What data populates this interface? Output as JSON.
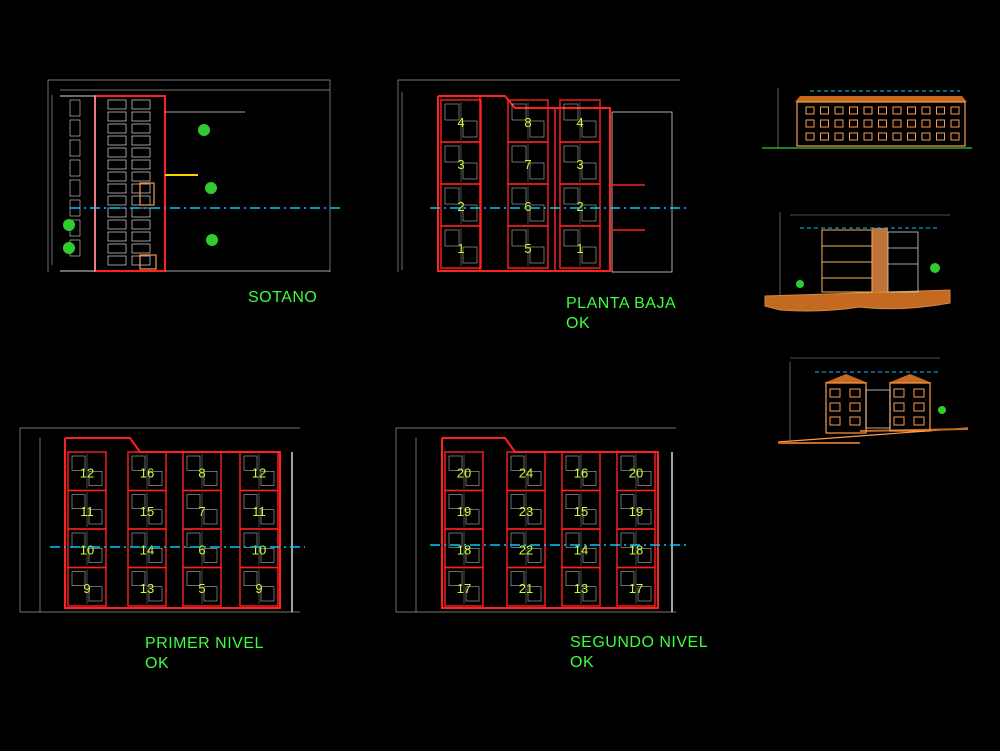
{
  "colors": {
    "background": "#000000",
    "wall": "#ff2020",
    "line": "#d8d8d8",
    "dim": "#9a9a9a",
    "text": "#3cff3c",
    "room_num": "#c8ff3c",
    "axis": "#00c8ff",
    "tree": "#2ecc2e",
    "facade": "#ff9a4a",
    "ground": "#c46a20"
  },
  "labels": {
    "sotano": "SOTANO",
    "planta_baja": "PLANTA BAJA",
    "planta_baja_ok": "OK",
    "primer_nivel": "PRIMER NIVEL",
    "primer_nivel_ok": "OK",
    "segundo_nivel": "SEGUNDO NIVEL",
    "segundo_nivel_ok": "OK"
  },
  "room_numbers": {
    "planta_baja": [
      [
        "4",
        "3",
        "2",
        "1"
      ],
      [
        "8",
        "7",
        "6",
        "5"
      ],
      [
        "4",
        "3",
        "2",
        "1"
      ]
    ],
    "primer_nivel": [
      [
        "12",
        "11",
        "10",
        "9"
      ],
      [
        "16",
        "15",
        "14",
        "13"
      ],
      [
        "8",
        "7",
        "6",
        "5"
      ],
      [
        "12",
        "11",
        "10",
        "9"
      ]
    ],
    "segundo_nivel": [
      [
        "20",
        "19",
        "18",
        "17"
      ],
      [
        "24",
        "23",
        "22",
        "21"
      ],
      [
        "16",
        "15",
        "14",
        "13"
      ],
      [
        "20",
        "19",
        "18",
        "17"
      ]
    ]
  },
  "elevations": [
    "front-elevation",
    "section-elevation",
    "side-elevation"
  ]
}
